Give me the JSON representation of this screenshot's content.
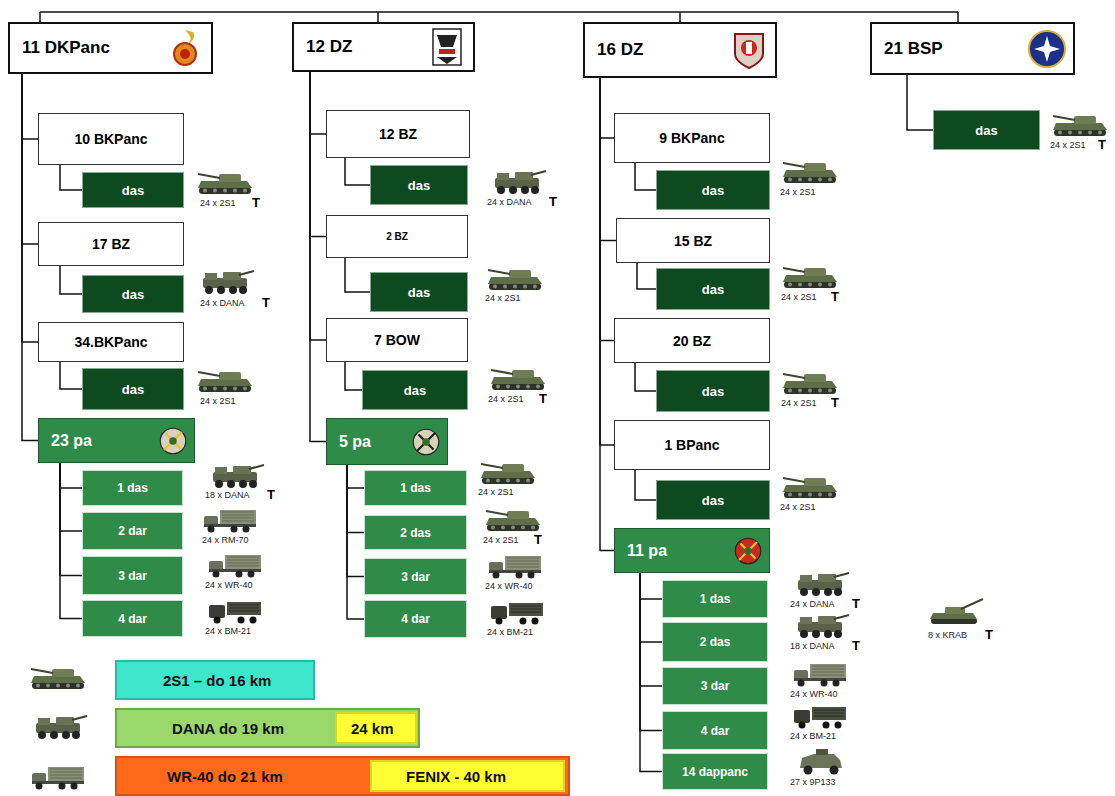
{
  "diagram": {
    "nodes": [
      {
        "text": [
          "11 DKPanc"
        ]
      },
      {
        "text": [
          "10 BKPanc"
        ]
      },
      {
        "text": [
          "das"
        ]
      },
      {
        "text": [
          "17 BZ"
        ]
      },
      {
        "text": [
          "das"
        ]
      },
      {
        "text": [
          "34.BKPanc"
        ]
      },
      {
        "text": [
          "das"
        ]
      },
      {
        "text": [
          "23 pa"
        ]
      },
      {
        "text": [
          "1 das"
        ]
      },
      {
        "text": [
          "2 dar"
        ]
      },
      {
        "text": [
          "3 dar"
        ]
      },
      {
        "text": [
          "4 dar"
        ]
      },
      {
        "text": [
          "12 DZ"
        ]
      },
      {
        "text": [
          "12 BZ"
        ]
      },
      {
        "text": [
          "das"
        ]
      },
      {
        "text": [
          "2 BZ"
        ]
      },
      {
        "text": [
          "das"
        ]
      },
      {
        "text": [
          "7 BOW"
        ]
      },
      {
        "text": [
          "das"
        ]
      },
      {
        "text": [
          "5 pa"
        ]
      },
      {
        "text": [
          "1 das"
        ]
      },
      {
        "text": [
          "2 das"
        ]
      },
      {
        "text": [
          "3 dar"
        ]
      },
      {
        "text": [
          "4 dar"
        ]
      },
      {
        "text": [
          "16 DZ"
        ]
      },
      {
        "text": [
          "9 BKPanc"
        ]
      },
      {
        "text": [
          "das"
        ]
      },
      {
        "text": [
          "15 BZ"
        ]
      },
      {
        "text": [
          "das"
        ]
      },
      {
        "text": [
          "20 BZ"
        ]
      },
      {
        "text": [
          "das"
        ]
      },
      {
        "text": [
          "1 BPanc"
        ]
      },
      {
        "text": [
          "das"
        ]
      },
      {
        "text": [
          "11 pa"
        ]
      },
      {
        "text": [
          "1 das"
        ]
      },
      {
        "text": [
          "2 das"
        ]
      },
      {
        "text": [
          "3 dar"
        ]
      },
      {
        "text": [
          "4 dar"
        ]
      },
      {
        "text": [
          "14 dappanc"
        ]
      },
      {
        "text": [
          "21 BSP"
        ]
      },
      {
        "text": [
          "das"
        ]
      }
    ],
    "edges": [
      {
        "from": 0,
        "to": 1,
        "arrow": "none"
      },
      {
        "from": 0,
        "to": 3,
        "arrow": "none"
      },
      {
        "from": 0,
        "to": 5,
        "arrow": "none"
      },
      {
        "from": 0,
        "to": 7,
        "arrow": "none"
      },
      {
        "from": 1,
        "to": 2,
        "arrow": "none"
      },
      {
        "from": 3,
        "to": 4,
        "arrow": "none"
      },
      {
        "from": 5,
        "to": 6,
        "arrow": "none"
      },
      {
        "from": 7,
        "to": 8,
        "arrow": "none"
      },
      {
        "from": 7,
        "to": 9,
        "arrow": "none"
      },
      {
        "from": 7,
        "to": 10,
        "arrow": "none"
      },
      {
        "from": 7,
        "to": 11,
        "arrow": "none"
      },
      {
        "from": 12,
        "to": 13,
        "arrow": "none"
      },
      {
        "from": 12,
        "to": 15,
        "arrow": "none"
      },
      {
        "from": 12,
        "to": 17,
        "arrow": "none"
      },
      {
        "from": 12,
        "to": 19,
        "arrow": "none"
      },
      {
        "from": 13,
        "to": 14,
        "arrow": "none"
      },
      {
        "from": 15,
        "to": 16,
        "arrow": "none"
      },
      {
        "from": 17,
        "to": 18,
        "arrow": "none"
      },
      {
        "from": 19,
        "to": 20,
        "arrow": "none"
      },
      {
        "from": 19,
        "to": 21,
        "arrow": "none"
      },
      {
        "from": 19,
        "to": 22,
        "arrow": "none"
      },
      {
        "from": 19,
        "to": 23,
        "arrow": "none"
      },
      {
        "from": 24,
        "to": 25,
        "arrow": "none"
      },
      {
        "from": 24,
        "to": 27,
        "arrow": "none"
      },
      {
        "from": 24,
        "to": 29,
        "arrow": "none"
      },
      {
        "from": 24,
        "to": 31,
        "arrow": "none"
      },
      {
        "from": 24,
        "to": 33,
        "arrow": "none"
      },
      {
        "from": 25,
        "to": 26,
        "arrow": "none"
      },
      {
        "from": 27,
        "to": 28,
        "arrow": "none"
      },
      {
        "from": 29,
        "to": 30,
        "arrow": "none"
      },
      {
        "from": 31,
        "to": 32,
        "arrow": "none"
      },
      {
        "from": 33,
        "to": 34,
        "arrow": "none"
      },
      {
        "from": 33,
        "to": 35,
        "arrow": "none"
      },
      {
        "from": 33,
        "to": 36,
        "arrow": "none"
      },
      {
        "from": 33,
        "to": 37,
        "arrow": "none"
      },
      {
        "from": 33,
        "to": 38,
        "arrow": "none"
      },
      {
        "from": 39,
        "to": 40,
        "arrow": "none"
      }
    ],
    "labels": [
      "24 x 2S1",
      "T",
      "24 x DANA",
      "T",
      "24 x 2S1",
      "18 x DANA",
      "T",
      "24 x RM-70",
      "24 x WR-40",
      "24 x BM-21",
      "24 x DANA",
      "T",
      "24 x 2S1",
      "24 x 2S1",
      "T",
      "24 x 2S1",
      "24 x 2S1",
      "T",
      "24 x WR-40",
      "24 x BM-21",
      "24 x 2S1",
      "T",
      "24 x 2S1",
      "24 x 2S1",
      "T",
      "24 x 2S1",
      "T",
      "24 x 2S1",
      "24 x DANA",
      "T",
      "18 x DANA",
      "T",
      "8 x KRAB",
      "T",
      "24 x WR-40",
      "24 x BM-21",
      "27 x 9P133"
    ],
    "legend": [
      {
        "text": "2S1 – do 16 km",
        "color": "#3ee6cc"
      },
      {
        "text": "DANA do 19 km",
        "color": "#9bd86c"
      },
      {
        "text": "24 km",
        "color": "#ffff33"
      },
      {
        "text": "WR-40 do 21 km",
        "color": "#ff6a1a"
      },
      {
        "text": "FENIX - 40 km",
        "color": "#ffff33"
      }
    ]
  }
}
